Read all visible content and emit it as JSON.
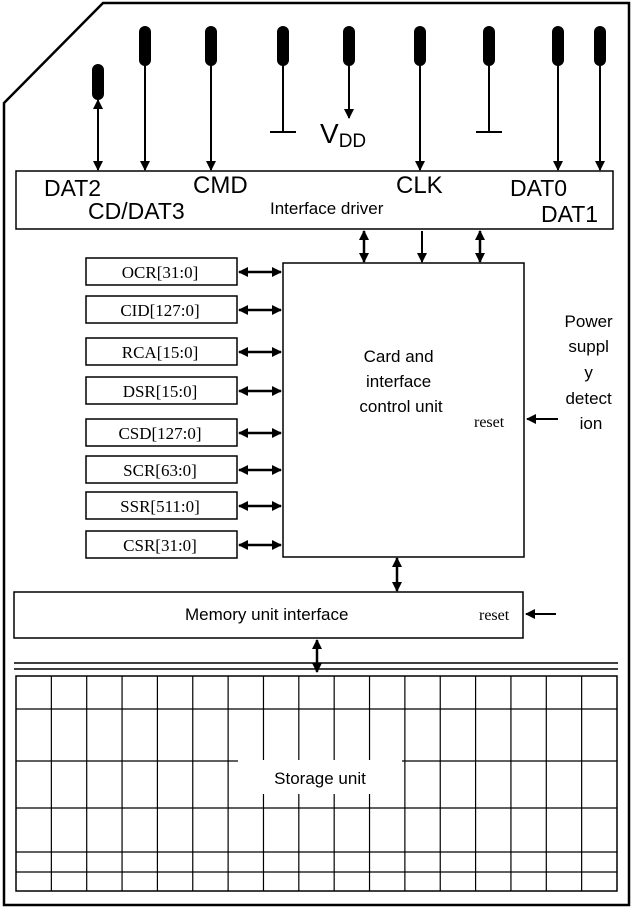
{
  "pins": {
    "dat2": "DAT2",
    "cd_dat3": "CD/DAT3",
    "cmd": "CMD",
    "vdd_main": "V",
    "vdd_sub": "DD",
    "clk": "CLK",
    "dat0": "DAT0",
    "dat1": "DAT1"
  },
  "interface_driver": "Interface driver",
  "registers": [
    "OCR[31:0]",
    "CID[127:0]",
    "RCA[15:0]",
    "DSR[15:0]",
    "CSD[127:0]",
    "SCR[63:0]",
    "SSR[511:0]",
    "CSR[31:0]"
  ],
  "control_unit": [
    "Card and",
    "interface",
    "control unit"
  ],
  "reset": "reset",
  "power_supply": [
    "Power",
    "suppl",
    "y",
    "detect",
    "ion"
  ],
  "memory_interface": "Memory unit interface",
  "storage_unit": "Storage unit"
}
